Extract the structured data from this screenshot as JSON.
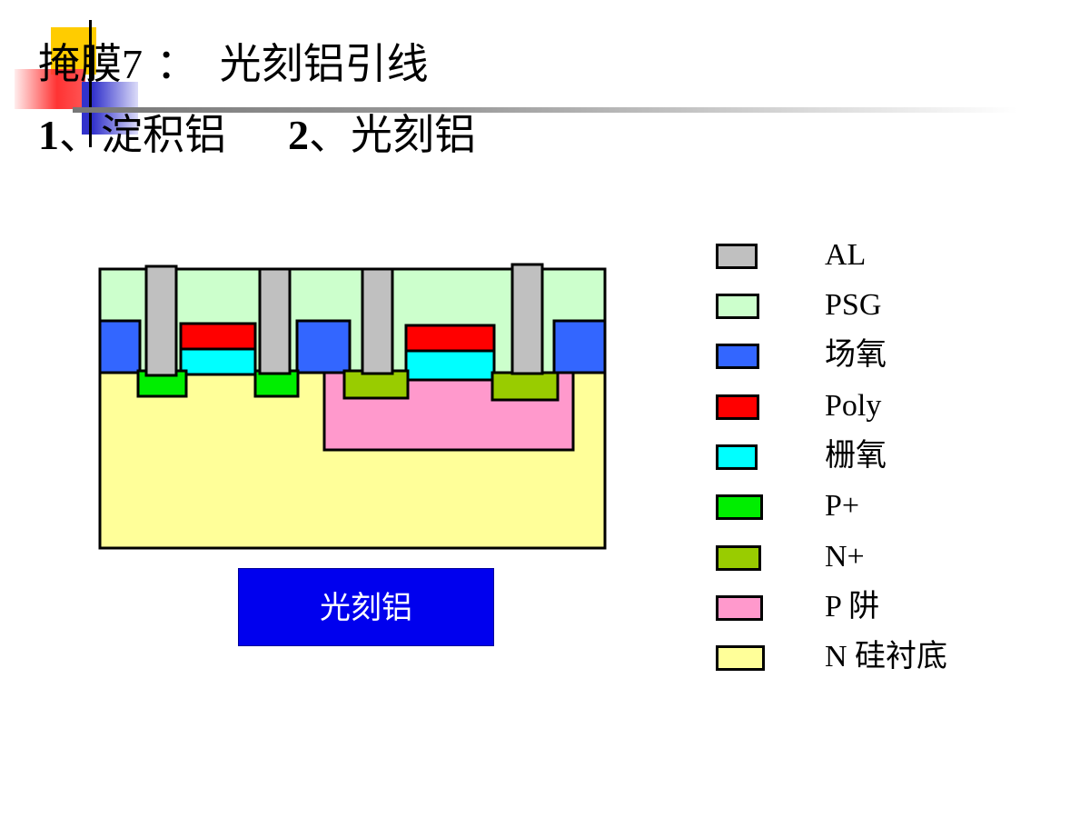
{
  "title": {
    "prefix": "掩膜",
    "number": "7",
    "separator": " ：",
    "text": "光刻铝引线"
  },
  "subtitle": {
    "step1_num": "1",
    "step1_sep": "、",
    "step1_text": "淀积铝",
    "step2_num": "2",
    "step2_sep": "、",
    "step2_text": "光刻铝"
  },
  "step_button": {
    "label": "光刻铝"
  },
  "legend": [
    {
      "label": "AL",
      "color": "#c0c0c0"
    },
    {
      "label": "PSG",
      "color": "#ccffcc"
    },
    {
      "label": "场氧",
      "color": "#3366ff"
    },
    {
      "label": "Poly",
      "color": "#ff0000"
    },
    {
      "label": "栅氧",
      "color": "#00ffff"
    },
    {
      "label": "P+",
      "color": "#00ee00"
    },
    {
      "label": "N+",
      "color": "#99cc00"
    },
    {
      "label": "P 阱",
      "color": "#ff99cc"
    },
    {
      "label": "N 硅衬底",
      "color": "#ffff99"
    }
  ],
  "colors": {
    "aluminum": "#c0c0c0",
    "psg": "#ccffcc",
    "field_oxide": "#3366ff",
    "poly": "#ff0000",
    "gate_oxide": "#00ffff",
    "p_plus": "#00ee00",
    "n_plus": "#99cc00",
    "p_well": "#ff99cc",
    "n_substrate": "#ffff99",
    "button": "#0000ee",
    "deco_yellow": "#ffcc00",
    "deco_red": "#ff3333",
    "deco_blue": "#3333cc"
  }
}
